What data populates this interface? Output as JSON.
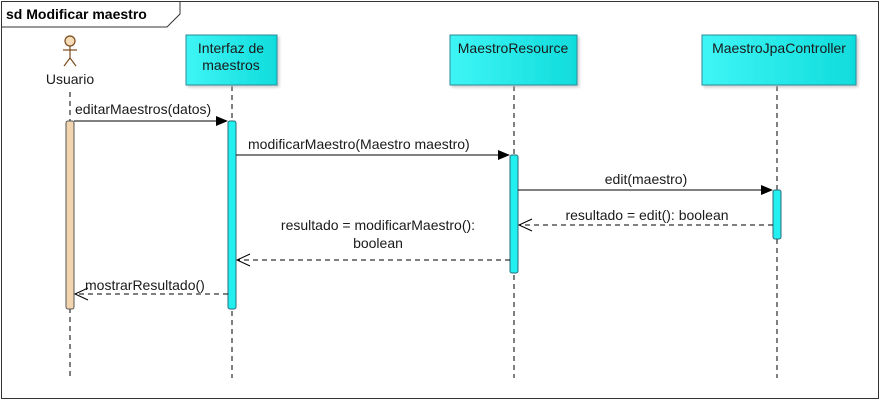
{
  "frame": {
    "title": "sd Modificar maestro"
  },
  "actor": {
    "name": "Usuario"
  },
  "participants": [
    {
      "id": "interfaz",
      "lines": [
        "Interfaz de",
        "maestros"
      ]
    },
    {
      "id": "resource",
      "lines": [
        "MaestroResource"
      ]
    },
    {
      "id": "controller",
      "lines": [
        "MaestroJpaController"
      ]
    }
  ],
  "messages": [
    {
      "id": "editar-maestros",
      "label": [
        "editarMaestros(datos)"
      ],
      "type": "sync"
    },
    {
      "id": "modificar-maestro",
      "label": [
        "modificarMaestro(Maestro maestro)"
      ],
      "type": "sync"
    },
    {
      "id": "edit",
      "label": [
        "edit(maestro)"
      ],
      "type": "sync"
    },
    {
      "id": "resultado-edit",
      "label": [
        "resultado = edit(): boolean"
      ],
      "type": "return"
    },
    {
      "id": "resultado-modificar",
      "label": [
        "resultado = modificarMaestro():",
        "boolean"
      ],
      "type": "return"
    },
    {
      "id": "mostrar-resultado",
      "label": [
        "mostrarResultado()"
      ],
      "type": "return"
    }
  ],
  "colors": {
    "participant_fill": "#22f0f0",
    "participant_border": "#2a8a9a",
    "actor_fill": "#f5dcb8",
    "actor_activation_fill": "#f2d4ae",
    "activation_fill": "#22f0f0",
    "line": "#000000"
  }
}
